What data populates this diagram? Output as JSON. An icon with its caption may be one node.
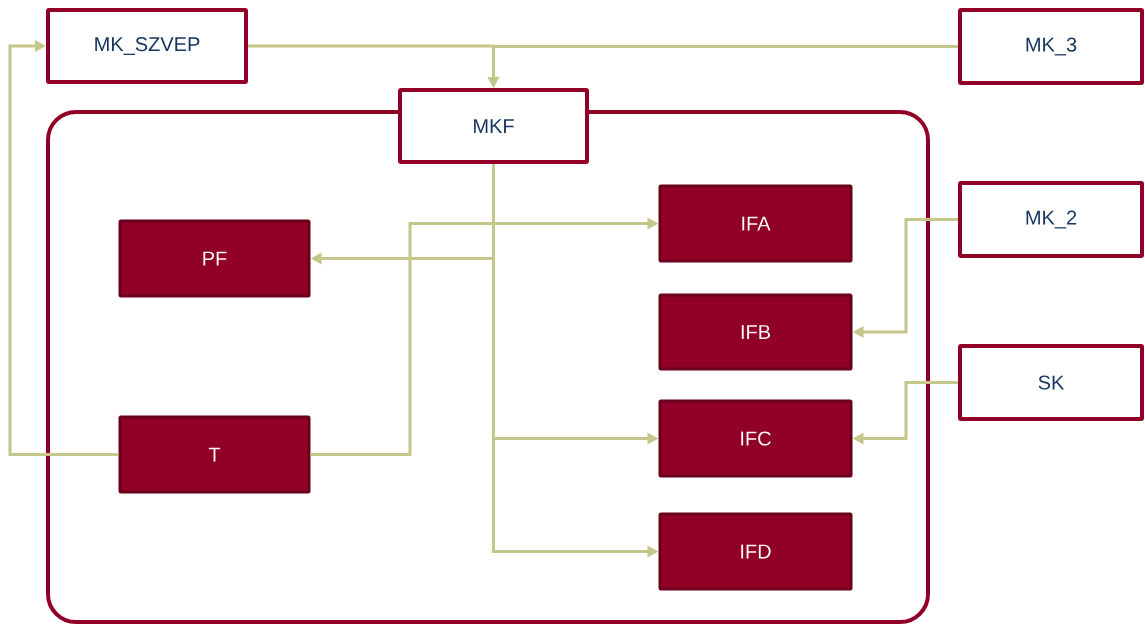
{
  "diagram": {
    "nodes": [
      {
        "text": [
          "MK_SZVEP"
        ]
      },
      {
        "text": [
          "MK_3"
        ]
      },
      {
        "text": [],
        "shape": "box"
      },
      {
        "text": [
          "MKF"
        ]
      },
      {
        "text": [
          "PF"
        ],
        "in": 2
      },
      {
        "text": [
          "IFA"
        ],
        "in": 2
      },
      {
        "text": [
          "IFB"
        ],
        "in": 2
      },
      {
        "text": [
          "IFC"
        ],
        "in": 2
      },
      {
        "text": [
          "IFD"
        ],
        "in": 2
      },
      {
        "text": [
          "T"
        ],
        "in": 2
      },
      {
        "text": [
          "MK_2"
        ]
      },
      {
        "text": [
          "SK"
        ]
      }
    ],
    "edges": [
      {
        "from": 0,
        "to": 3,
        "arrow": "to"
      },
      {
        "from": 1,
        "to": 3,
        "arrow": "to"
      },
      {
        "from": 3,
        "to": 4,
        "arrow": "to"
      },
      {
        "from": 3,
        "to": 7,
        "arrow": "to"
      },
      {
        "from": 3,
        "to": 8,
        "arrow": "to"
      },
      {
        "from": 9,
        "to": 5,
        "arrow": "to"
      },
      {
        "from": 9,
        "to": 0,
        "arrow": "to"
      },
      {
        "from": 10,
        "to": 6,
        "arrow": "to"
      },
      {
        "from": 11,
        "to": 7,
        "arrow": "to"
      }
    ]
  }
}
